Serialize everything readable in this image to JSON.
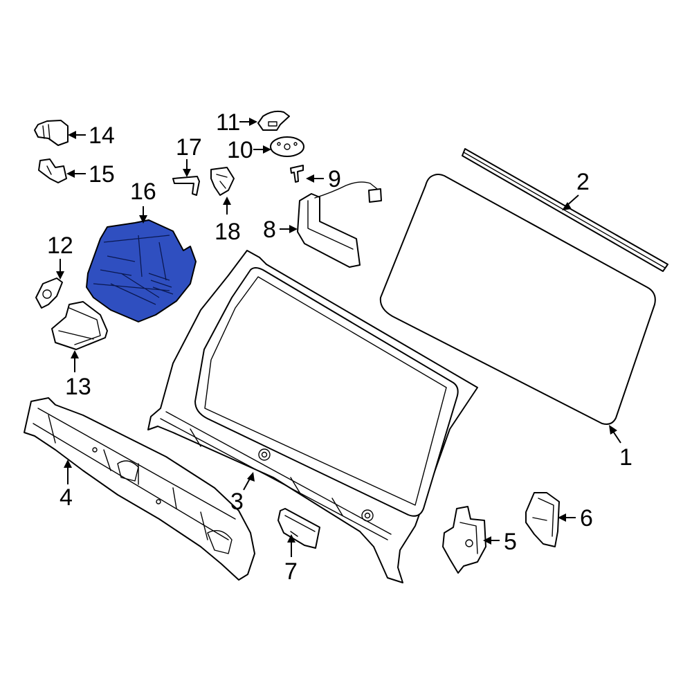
{
  "callouts": {
    "c1": "1",
    "c2": "2",
    "c3": "3",
    "c4": "4",
    "c5": "5",
    "c6": "6",
    "c7": "7",
    "c8": "8",
    "c9": "9",
    "c10": "10",
    "c11": "11",
    "c12": "12",
    "c13": "13",
    "c14": "14",
    "c15": "15",
    "c16": "16",
    "c17": "17",
    "c18": "18"
  },
  "highlight": {
    "part": "16",
    "color": "#2f4fc0"
  }
}
